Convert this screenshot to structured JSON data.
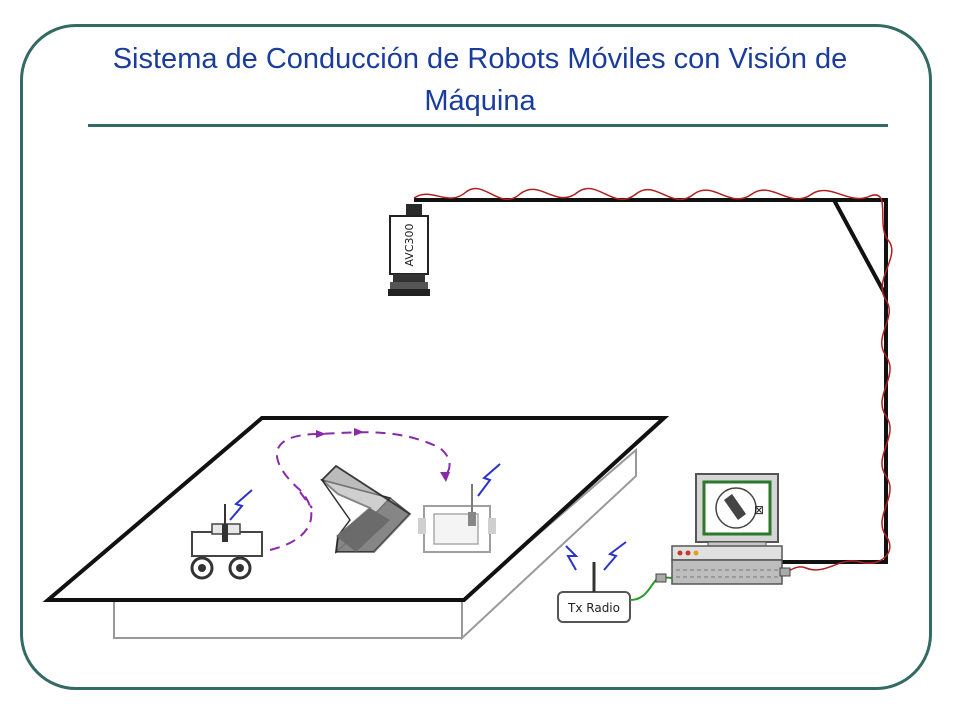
{
  "slide": {
    "title": "Sistema de Conducción de Robots Móviles con Visión de Máquina"
  },
  "diagram": {
    "camera_label": "AVC300",
    "transmitter_label": "Tx Radio"
  },
  "colors": {
    "frame": "#336b64",
    "title": "#1a3d9c",
    "cable": "#b02020",
    "path": "#8a2aa8",
    "radio_wave": "#2a34c8",
    "link_cable": "#2a9a2a"
  }
}
